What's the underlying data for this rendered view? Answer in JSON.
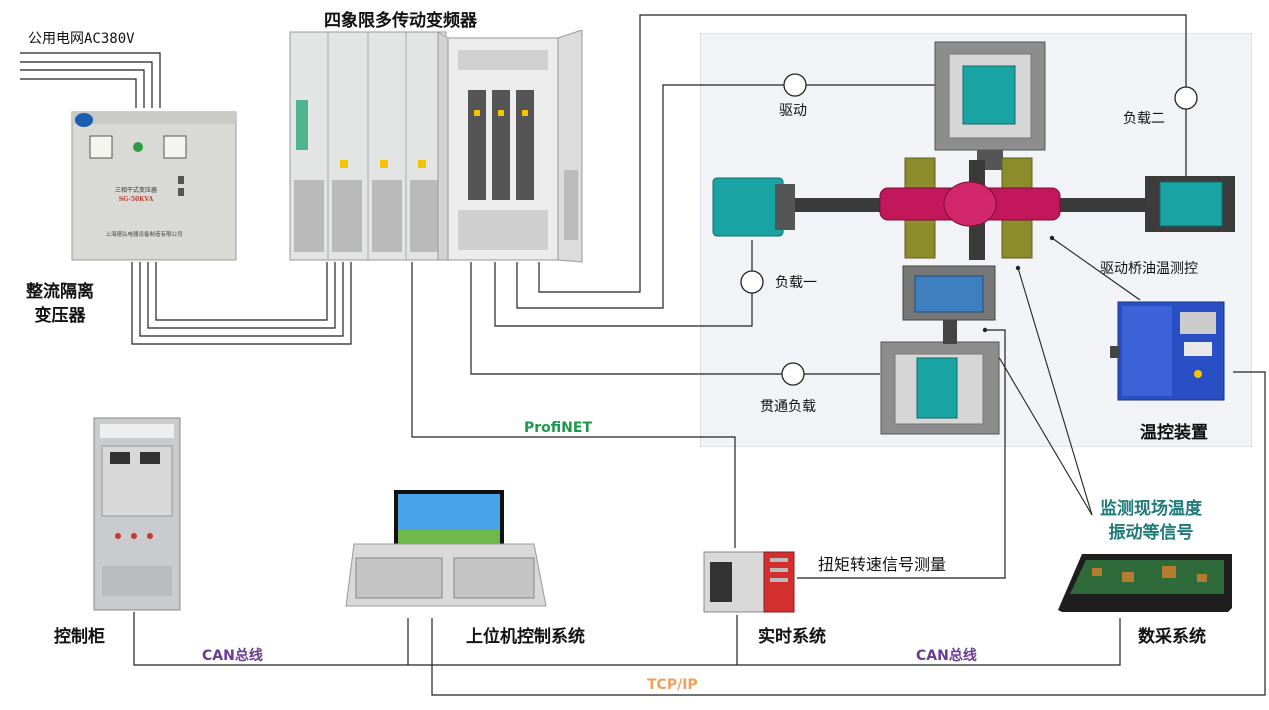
{
  "title": "四象限多传动变频器",
  "grid_label": "公用电网AC380V",
  "labels": {
    "transformer": "整流隔离\n变压器",
    "drive": "驱动",
    "load2": "负载二",
    "load1": "负载一",
    "through_load": "贯通负载",
    "oil_temp": "驱动桥油温测控",
    "temp_device": "温控装置",
    "monitor": "监测现场温度\n振动等信号",
    "torque": "扭矩转速信号测量",
    "control_cabinet": "控制柜",
    "host_pc": "上位机控制系统",
    "realtime": "实时系统",
    "daq": "数采系统"
  },
  "transformer_plate": {
    "name": "三相干式变压器",
    "model": "SG-50KVA",
    "maker": "上海德弘电器设备制造有限公司"
  },
  "buses": {
    "profinet": "ProfiNET",
    "can1": "CAN总线",
    "can2": "CAN总线",
    "tcpip": "TCP/IP"
  },
  "colors": {
    "profinet": "#1a9b4b",
    "can": "#6a3b93",
    "tcpip": "#f0a05a",
    "monitor": "#1f7a7a",
    "motor": "#1aa3a3",
    "axle": "#c2185b",
    "frame": "#6b6b6b",
    "bracket": "#8c8c2c"
  },
  "icons": [
    "ct-ring-icon"
  ]
}
